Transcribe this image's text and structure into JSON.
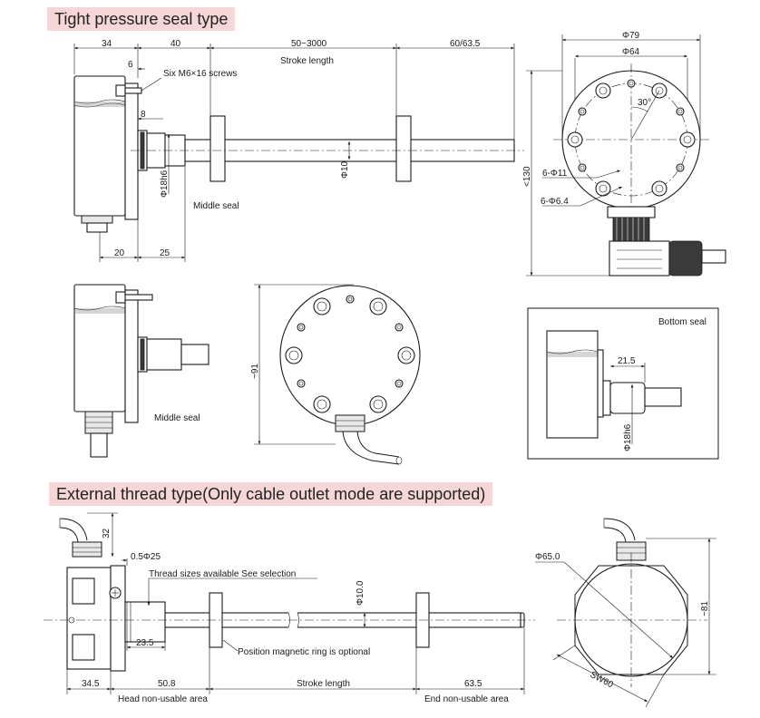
{
  "sections": {
    "tight": {
      "title": "Tight pressure seal type"
    },
    "external": {
      "title": "External thread type(Only cable outlet mode are supported)"
    }
  },
  "top_view": {
    "dim_34": "34",
    "dim_40": "40",
    "dim_stroke": "50~3000",
    "stroke_label": "Stroke length",
    "dim_end": "60/63.5",
    "dim_6": "6",
    "screws": "Six M6×16 screws",
    "dim_8": "8",
    "dim_18h6": "Φ18h6",
    "dim_10": "Φ10",
    "middle_seal": "Middle seal",
    "dim_20": "20",
    "dim_25": "25"
  },
  "flange_view": {
    "dim_79": "Φ79",
    "dim_64": "Φ64",
    "dim_30": "30°",
    "dim_130": "<130",
    "holes_11": "6-Φ11",
    "holes_64": "6-Φ6.4"
  },
  "cable_view": {
    "middle_seal": "Middle seal",
    "dim_91": "~91"
  },
  "bottom_seal": {
    "label": "Bottom seal",
    "dim_215": "21.5",
    "dim_18h6": "Φ18h6"
  },
  "external_view": {
    "dim_32": "32",
    "dim_05": "0.5Φ25",
    "thread_note": "Thread sizes available See selection",
    "dim_10": "Φ10.0",
    "dim_235": "23.5",
    "magnet_note": "Position magnetic ring is optional",
    "dim_345": "34.5",
    "dim_508": "50.8",
    "stroke_label": "Stroke length",
    "dim_635": "63.5",
    "head_area": "Head non-usable area",
    "end_area": "End non-usable area"
  },
  "hex_view": {
    "dim_65": "Φ65.0",
    "dim_81": "~81",
    "dim_sw": "SW60"
  }
}
